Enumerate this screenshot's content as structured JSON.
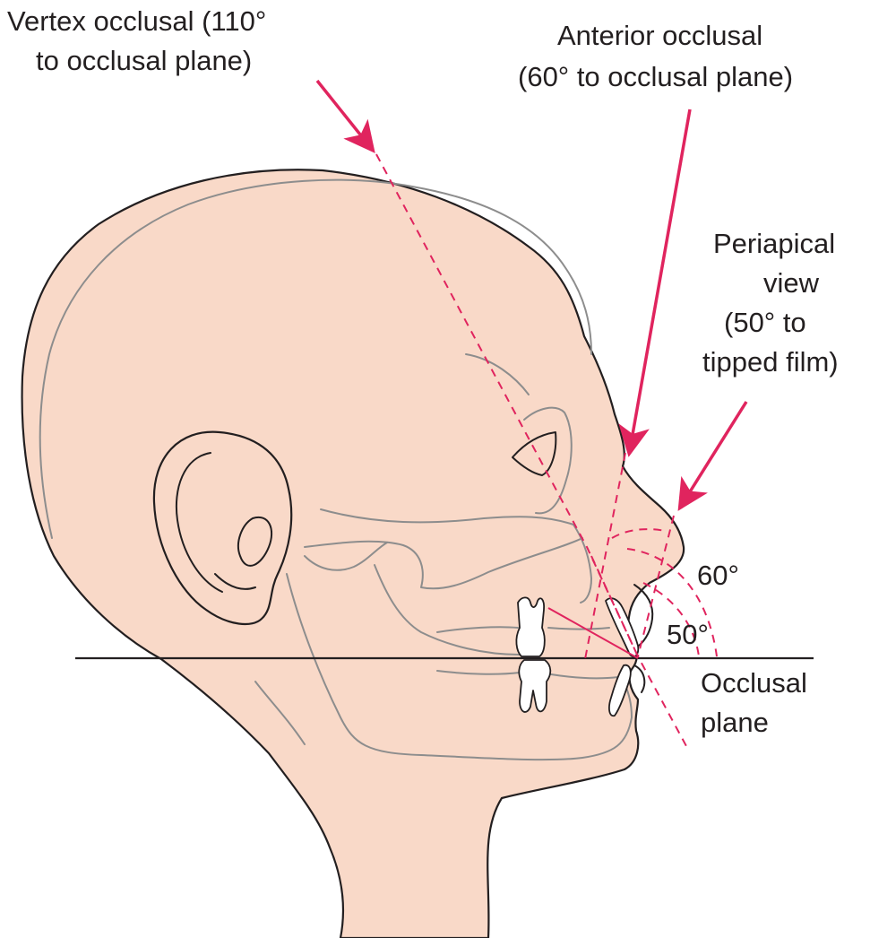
{
  "labels": {
    "vertex_line1": "Vertex occlusal (110°",
    "vertex_line2": "to occlusal plane)",
    "anterior_line1": "Anterior occlusal",
    "anterior_line2": "(60° to occlusal plane)",
    "periapical_line1": "Periapical",
    "periapical_line2": "view",
    "periapical_line3": "(50° to",
    "periapical_line4": "tipped film)",
    "angle_60": "60°",
    "angle_50": "50°",
    "occlusal_line1": "Occlusal",
    "occlusal_line2": "plane"
  },
  "colors": {
    "skin": "#f9d9c8",
    "outline": "#231f20",
    "inner_structure": "#8d8d8d",
    "beam": "#e0245e",
    "tooth": "#ffffff"
  }
}
